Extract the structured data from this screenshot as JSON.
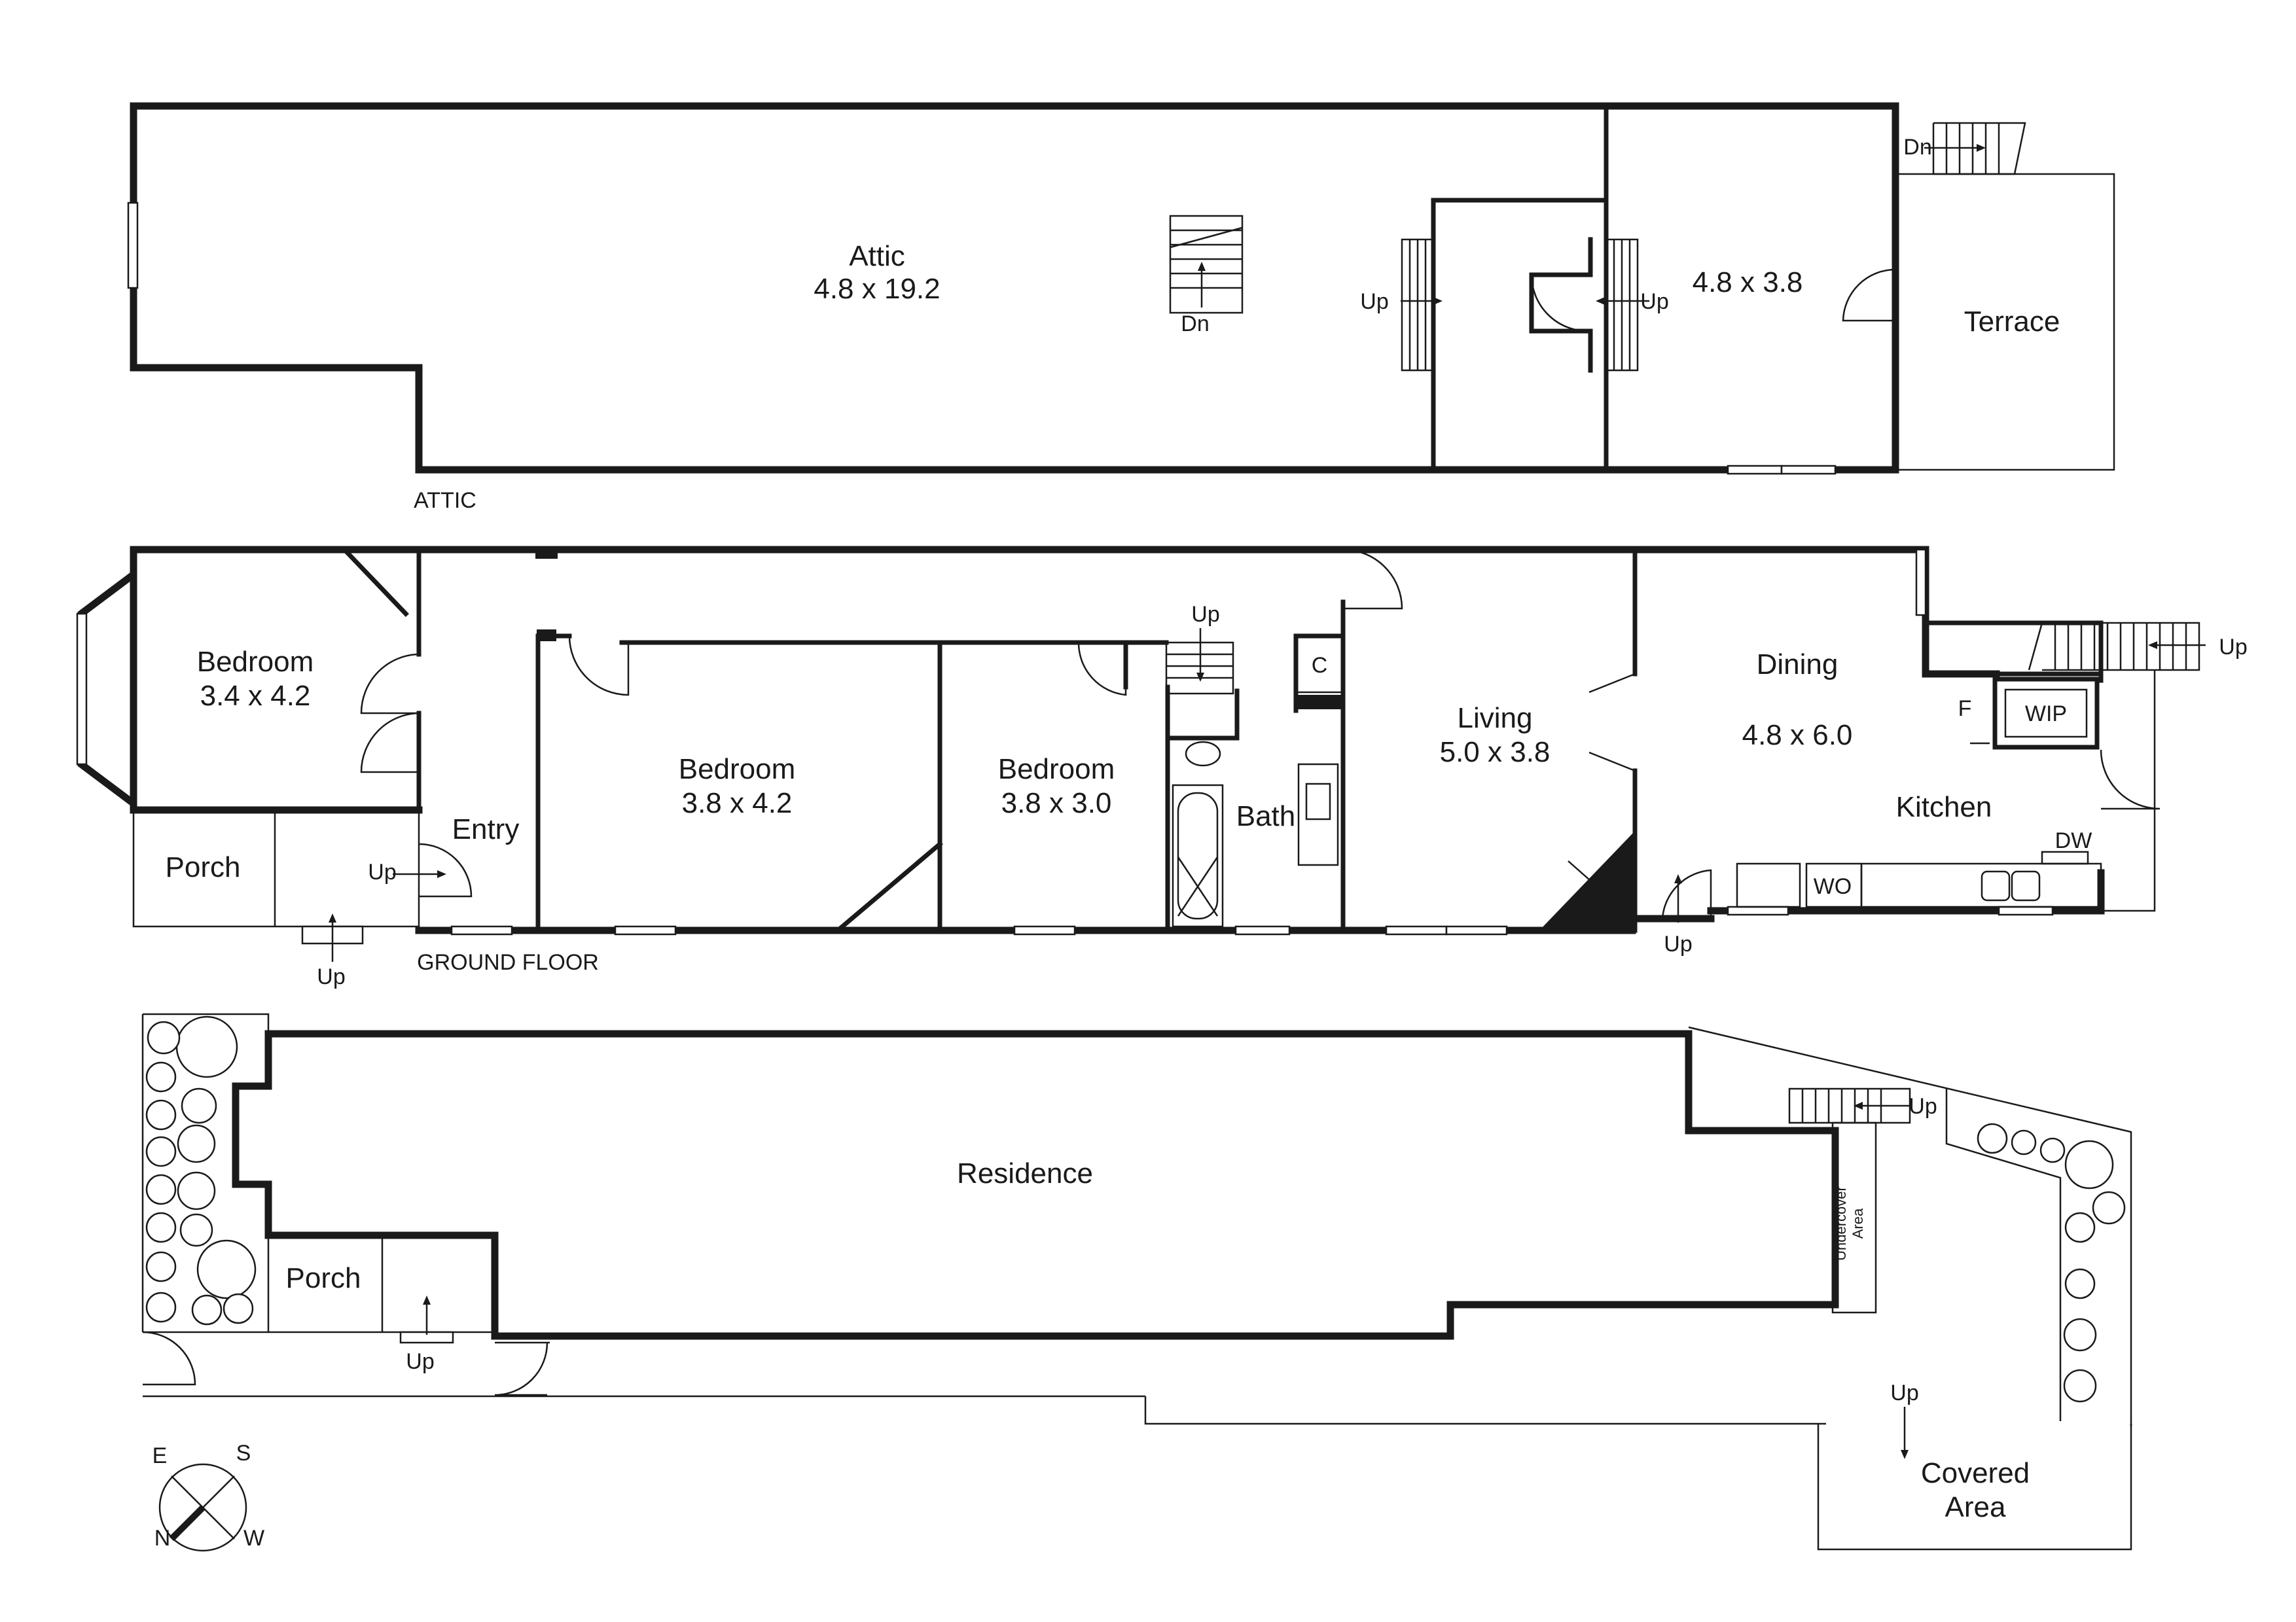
{
  "attic": {
    "title": "ATTIC",
    "rooms": [
      {
        "name": "Attic",
        "size": "4.8 x 19.2"
      },
      {
        "name": "",
        "size": "4.8 x 3.8"
      },
      {
        "name": "Terrace",
        "size": ""
      }
    ],
    "stair_labels": [
      "Dn",
      "Up",
      "Up",
      "Dn"
    ]
  },
  "ground_floor": {
    "title": "GROUND FLOOR",
    "rooms": [
      {
        "name": "Bedroom",
        "size": "3.4 x 4.2"
      },
      {
        "name": "Porch",
        "size": ""
      },
      {
        "name": "Entry",
        "size": ""
      },
      {
        "name": "Bedroom",
        "size": "3.8 x 4.2"
      },
      {
        "name": "Bedroom",
        "size": "3.8 x 3.0"
      },
      {
        "name": "Bath",
        "size": ""
      },
      {
        "name": "C",
        "size": ""
      },
      {
        "name": "Living",
        "size": "5.0 x 3.8"
      },
      {
        "name": "Dining",
        "size": "4.8 x 6.0"
      },
      {
        "name": "Kitchen",
        "size": ""
      },
      {
        "name": "WIP",
        "size": ""
      },
      {
        "name": "F",
        "size": ""
      },
      {
        "name": "DW",
        "size": ""
      },
      {
        "name": "WO",
        "size": ""
      }
    ],
    "stair_labels": [
      "Up",
      "Up",
      "Up",
      "Up",
      "Up"
    ]
  },
  "site": {
    "rooms": [
      {
        "name": "Residence",
        "size": ""
      },
      {
        "name": "Porch",
        "size": ""
      },
      {
        "name": "Undercover Area",
        "line1": "Undercover",
        "line2": "Area"
      },
      {
        "name": "Covered Area",
        "line1": "Covered",
        "line2": "Area"
      }
    ],
    "stair_labels": [
      "Up",
      "Up",
      "Up"
    ]
  },
  "compass": {
    "e": "E",
    "s": "S",
    "n": "N",
    "w": "W"
  },
  "colors": {
    "line": "#1a1a1a",
    "background": "#ffffff"
  }
}
